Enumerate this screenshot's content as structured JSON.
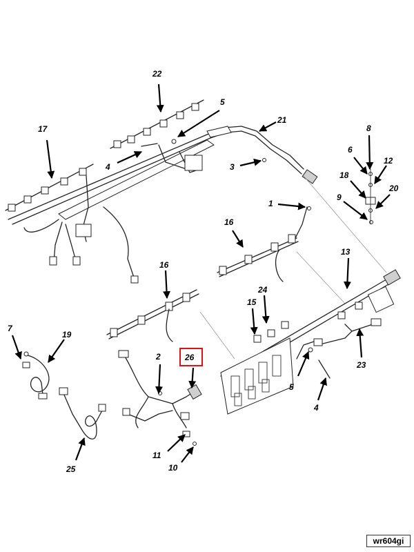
{
  "diagram": {
    "reference_tag": "wr604gi",
    "highlighted_callout": "26",
    "highlight_color": "#dd1111",
    "callouts": {
      "c1": "1",
      "c2": "2",
      "c3": "3",
      "c4a": "4",
      "c4b": "4",
      "c5a": "5",
      "c5b": "5",
      "c6": "6",
      "c7": "7",
      "c8": "8",
      "c9": "9",
      "c10": "10",
      "c11": "11",
      "c12": "12",
      "c13": "13",
      "c15": "15",
      "c16a": "16",
      "c16b": "16",
      "c17": "17",
      "c18": "18",
      "c19": "19",
      "c20": "20",
      "c21": "21",
      "c22": "22",
      "c23": "23",
      "c24": "24",
      "c25": "25",
      "c26": "26"
    }
  }
}
